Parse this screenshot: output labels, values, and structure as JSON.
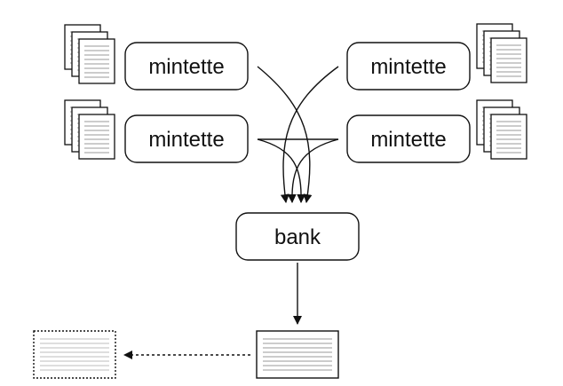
{
  "nodes": {
    "mintette_top_left": "mintette",
    "mintette_bottom_left": "mintette",
    "mintette_top_right": "mintette",
    "mintette_bottom_right": "mintette",
    "bank": "bank"
  },
  "icons": {
    "document_stack": "document-stack-icon",
    "ledger_block": "ledger-block-icon",
    "pending_block": "pending-block-icon"
  },
  "colors": {
    "stroke": "#111111",
    "line": "#9a9a9a",
    "background": "#ffffff"
  }
}
